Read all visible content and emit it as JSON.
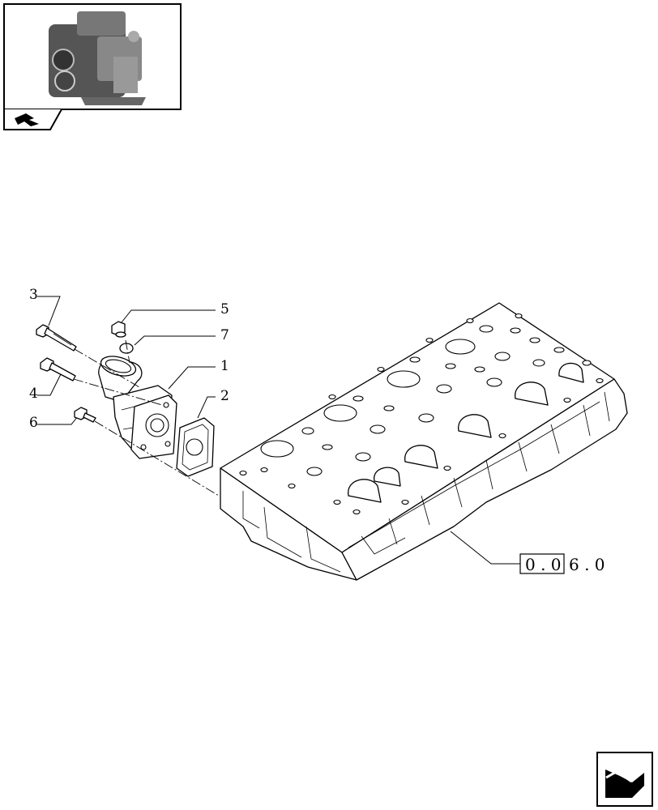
{
  "thumbnail": {
    "icon": "engine-thumbnail-icon",
    "nav_icon": "return-arrow-icon"
  },
  "callouts": {
    "c3": "3",
    "c5": "5",
    "c7": "7",
    "c1": "1",
    "c2": "2",
    "c4": "4",
    "c6": "6"
  },
  "reference": {
    "boxed": "0 . 0",
    "rest": "6 . 0"
  },
  "nav": {
    "next_icon": "next-page-arrow-icon"
  }
}
